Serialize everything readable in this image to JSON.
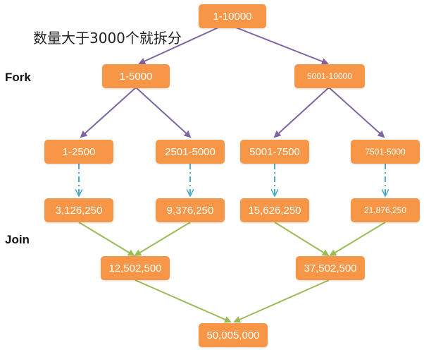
{
  "caption": "数量大于3000个就拆分",
  "labels": {
    "fork": "Fork",
    "join": "Join"
  },
  "colors": {
    "box": "#f79646",
    "fork_arrow": "#8064a2",
    "dashed_arrow": "#4bacc6",
    "join_line": "#9bbb59"
  },
  "nodes": {
    "root": "1-10000",
    "l1_left": "1-5000",
    "l1_right": "5001-10000",
    "l2_a": "1-2500",
    "l2_b": "2501-5000",
    "l2_c": "5001-7500",
    "l2_d": "7501-5000",
    "r1_a": "3,126,250",
    "r1_b": "9,376,250",
    "r1_c": "15,626,250",
    "r1_d": "21,876,250",
    "r2_left": "12,502,500",
    "r2_right": "37,502,500",
    "result": "50,005,000"
  }
}
